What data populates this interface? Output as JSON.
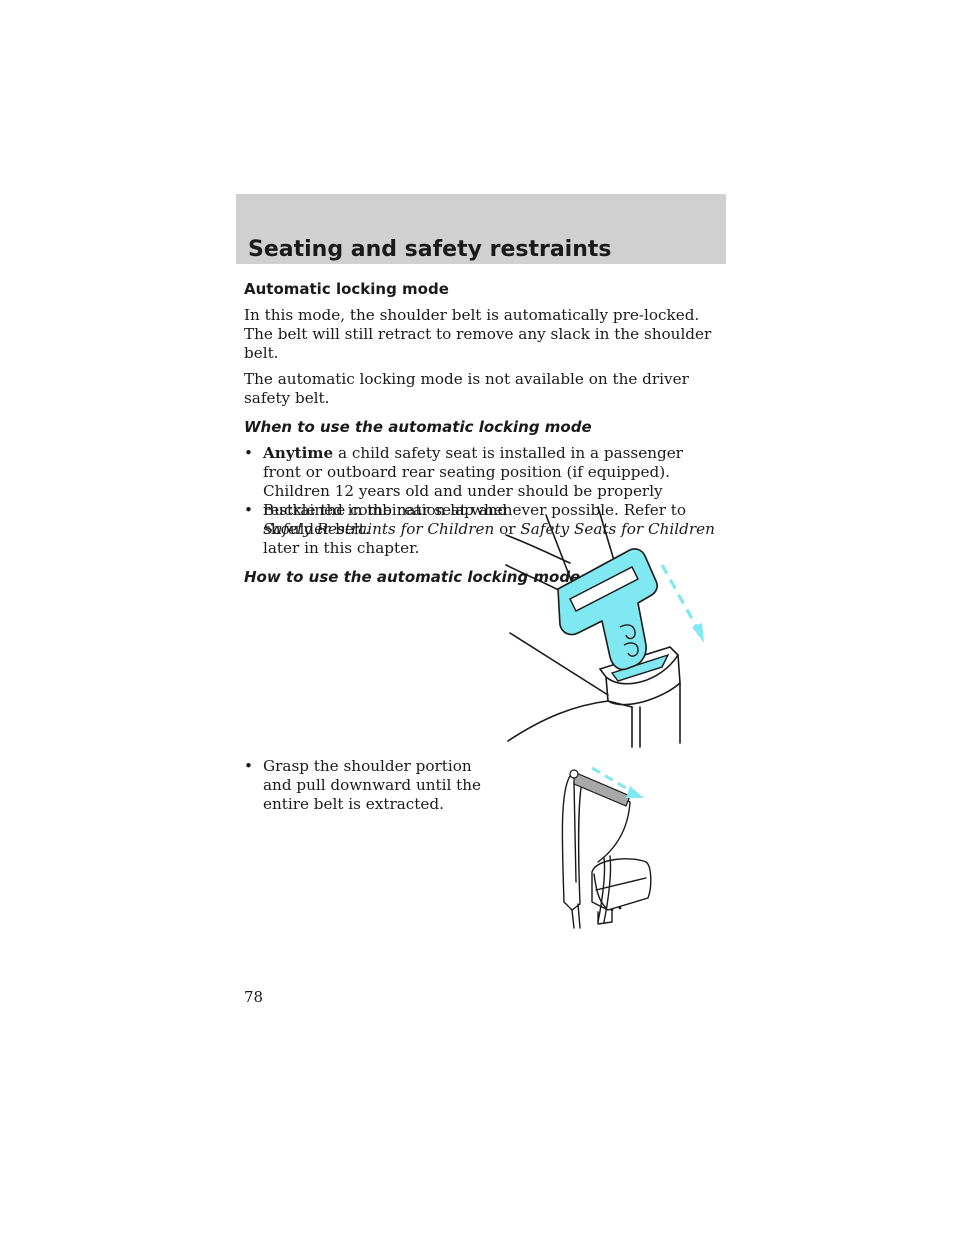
{
  "header": {
    "title": "Seating and safety restraints"
  },
  "section1": {
    "heading": "Automatic locking mode",
    "para1": "In this mode, the shoulder belt is automatically pre-locked. The belt will still retract to remove any slack in the shoulder belt.",
    "para2": "The automatic locking mode is not available on the driver safety belt."
  },
  "section2": {
    "heading": "When to use the automatic locking mode",
    "bullet": {
      "bold": "Anytime",
      "text1": "a child safety seat is installed in a passenger front or outboard rear seating position (if equipped). Children 12 years old and under should be properly restrained in the rear seat whenever possible. Refer to ",
      "italic1": "Safety Restraints for Children",
      "text2": " or ",
      "italic2": "Safety Seats for Children",
      "text3": " later in this chapter."
    }
  },
  "section3": {
    "heading": "How to use the automatic locking mode",
    "step1": "Buckle the combination lap and shoulder belt.",
    "step2": "Grasp the shoulder portion and pull downward until the entire belt is extracted."
  },
  "bullet_symbol": "•",
  "page_number": "78",
  "colors": {
    "header_band": "#d0d0d0",
    "highlight": "#7fe8f0"
  },
  "figures": {
    "buckle": {
      "icon": "seatbelt-buckle-illustration"
    },
    "seat": {
      "icon": "seat-shoulder-belt-illustration"
    }
  }
}
